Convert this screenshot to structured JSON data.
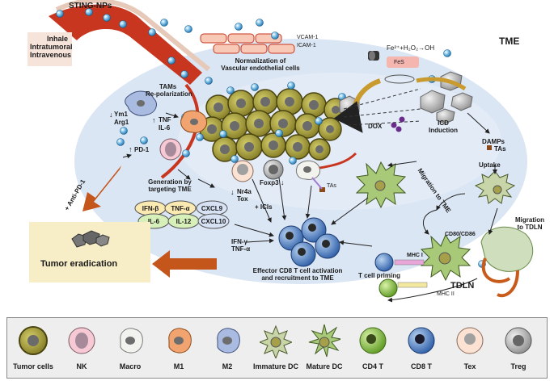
{
  "labels": {
    "sting_nps": "STING-NPs",
    "inhale": "Inhale",
    "intratumoral": "Intratumoral",
    "intravenous": "Intravenous",
    "vcam": "VCAM-1",
    "icam": "ICAM-1",
    "normalization_1": "Normalization of",
    "normalization_2": "Vascular endothelial cells",
    "fenton": "Fe²⁺+H₂O₂→OH",
    "fes": "FeS",
    "tme": "TME",
    "tams_1": "TAMs",
    "tams_2": "Re-polarization",
    "ym1": "Ym1",
    "arg1": "Arg1",
    "tnf": "TNF",
    "il6_up": "IL-6",
    "pd1": "PD-1",
    "anti_pd1": "+ Anti-PD-1",
    "dox": "DOX",
    "icd_1": "ICD",
    "icd_2": "Induction",
    "damps": "DAMPs",
    "tas_legend": "TAs",
    "uptake": "Uptake",
    "migration_tme": "Migration to TME",
    "migration_tdln_1": "Migration",
    "migration_tdln_2": "to TDLN",
    "generation_1": "Generation by",
    "generation_2": "targeting TME",
    "nr4a": "Nr4a",
    "tox": "Tox",
    "foxp3": "Foxp3",
    "icis": "+ ICIs",
    "tas_small": "TAs",
    "ifn_gamma": "IFN-γ",
    "tnf_alpha": "TNF-α",
    "effector_1": "Effector CD8 T cell activation",
    "effector_2": "and recruitment to TME",
    "t_priming": "T cell priming",
    "mhc1": "MHC I",
    "mhc2": "MHC II",
    "cd80": "CD80/CD86",
    "tdln": "TDLN",
    "tumor_eradication": "Tumor eradication"
  },
  "cytokines": [
    "IFN-β",
    "TNF-α",
    "CXCL9",
    "IL-6",
    "IL-12",
    "CXCL10"
  ],
  "legend": [
    {
      "label": "Tumor cells",
      "icon": "tumor-cell-icon",
      "color": "#a39a3a"
    },
    {
      "label": "NK",
      "icon": "nk-cell-icon",
      "color": "#f6c9d4"
    },
    {
      "label": "Macro",
      "icon": "macrophage-icon",
      "color": "#f2f2ee"
    },
    {
      "label": "M1",
      "icon": "m1-macrophage-icon",
      "color": "#f1a370"
    },
    {
      "label": "M2",
      "icon": "m2-macrophage-icon",
      "color": "#a9bbe0"
    },
    {
      "label": "Immature DC",
      "icon": "immature-dc-icon",
      "color": "#c8d5a8"
    },
    {
      "label": "Mature DC",
      "icon": "mature-dc-icon",
      "color": "#a8c978"
    },
    {
      "label": "CD4 T",
      "icon": "cd4-t-cell-icon",
      "color": "#8cc63f"
    },
    {
      "label": "CD8 T",
      "icon": "cd8-t-cell-icon",
      "color": "#4a78c0"
    },
    {
      "label": "Tex",
      "icon": "tex-cell-icon",
      "color": "#fbe2d2"
    },
    {
      "label": "Treg",
      "icon": "treg-cell-icon",
      "color": "#d2d2d2"
    }
  ],
  "colors": {
    "tme_bg": "#dbe6f4",
    "vessel": "#c8361f",
    "arrow_orange": "#c5561b",
    "eradication_bg": "#f7edc6",
    "tumor_fill": "#a39a3a",
    "np_blue": "#4ba3d8"
  }
}
